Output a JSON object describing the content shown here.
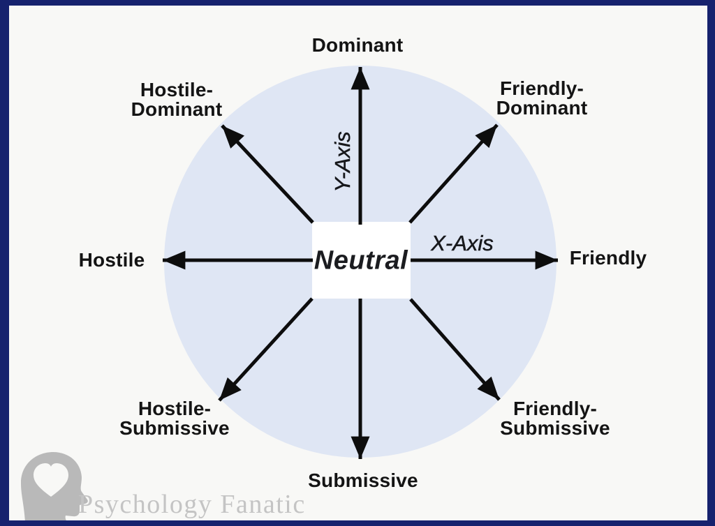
{
  "diagram": {
    "title_context": "Interpersonal axes diagram",
    "center_label": "Neutral",
    "x_axis_label": "X-Axis",
    "y_axis_label": "Y-Axis",
    "poles": {
      "north": "Dominant",
      "south": "Submissive",
      "west": "Hostile",
      "east": "Friendly",
      "northwest": [
        "Hostile-",
        "Dominant"
      ],
      "northeast": [
        "Friendly-",
        "Dominant"
      ],
      "southwest": [
        "Hostile-",
        "Submissive"
      ],
      "southeast": [
        "Friendly-",
        "Submissive"
      ]
    }
  },
  "watermark": {
    "brand": "Psychology Fanatic",
    "logo": "head-with-heart-icon"
  },
  "colors": {
    "frame_navy": "#16226e",
    "panel_background": "#f8f8f6",
    "circle_fill": "#dfe6f4",
    "arrow_black": "#0d0d0d",
    "watermark_gray": "#c4c4c4",
    "logo_gray": "#b9b9b9"
  }
}
